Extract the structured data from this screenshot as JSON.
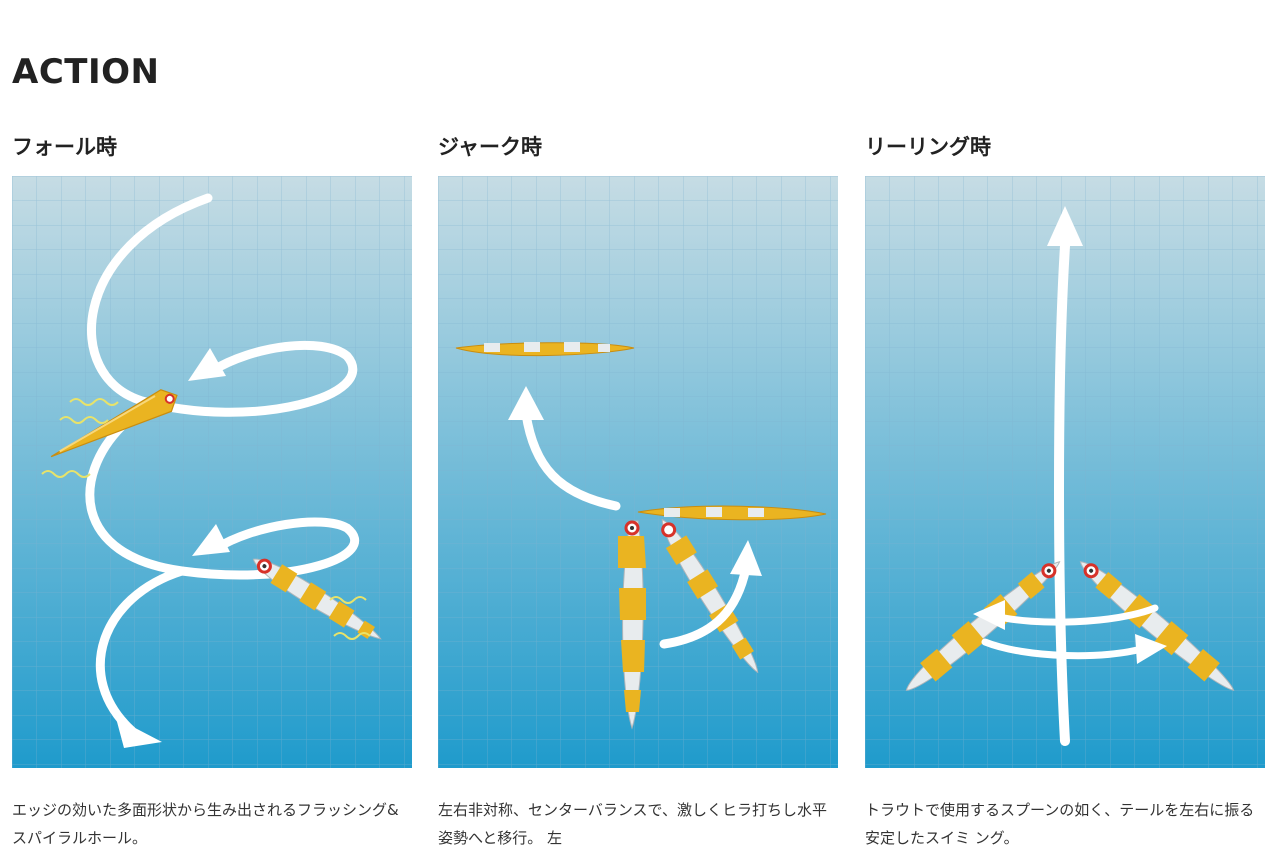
{
  "page": {
    "title": "ACTION"
  },
  "columns": [
    {
      "heading": "フォール時",
      "caption": "エッジの効いた多面形状から生み出されるフラッシング&スパイラルホール。"
    },
    {
      "heading": "ジャーク時",
      "caption": "左右非対称、センターバランスで、激しくヒラ打ちし水平姿勢へと移行。 左"
    },
    {
      "heading": "リーリング時",
      "caption": "トラウトで使用するスプーンの如く、テールを左右に振る安定したスイミ ング。"
    }
  ],
  "colors": {
    "water_top": "#c6dce4",
    "water_bottom": "#1f9bcc",
    "grid_line": "#7fb3d0",
    "arrow": "#ffffff",
    "lure_gold": "#eab421",
    "lure_silver": "#e8ecee",
    "vibration": "#e8e36a",
    "eye_red": "#d7322a"
  }
}
